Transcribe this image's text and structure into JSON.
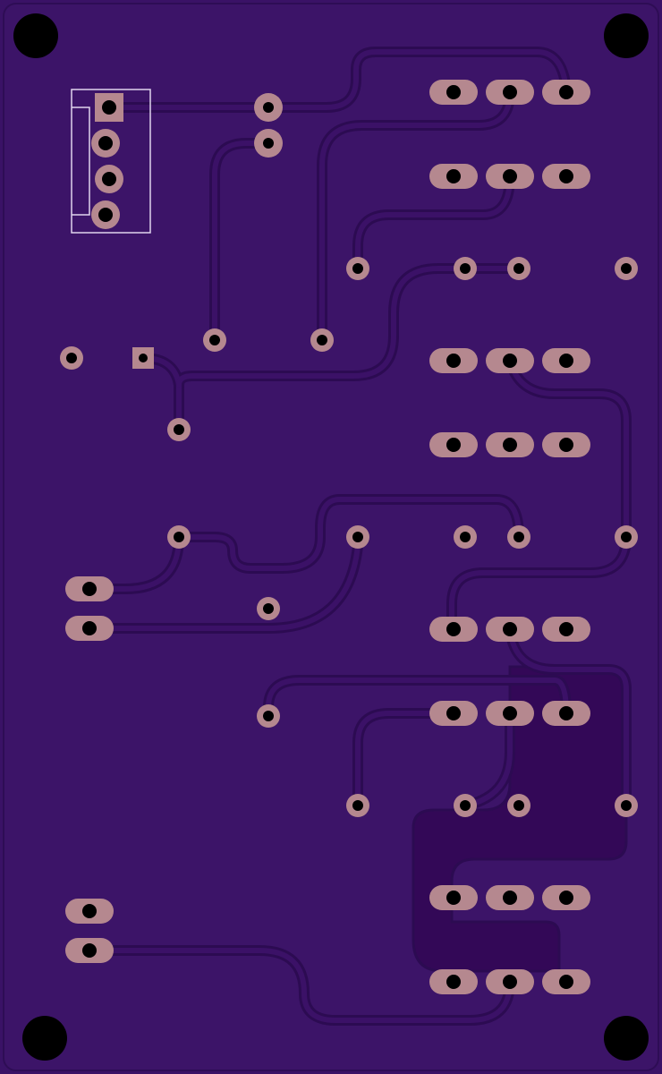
{
  "board": {
    "colors": {
      "substrate": "#3a1266",
      "copper_trace": "#341060",
      "trace_edge": "#2c0b52",
      "pour": "#330857",
      "pad": "#b5888f",
      "drill": "#000000",
      "silkscreen": "#e0d4ee"
    },
    "mounting_holes": 4,
    "components": {
      "header_4pin": 1,
      "oval_pad_rows": 10,
      "small_vias": 25,
      "edge_connectors": 4
    }
  }
}
